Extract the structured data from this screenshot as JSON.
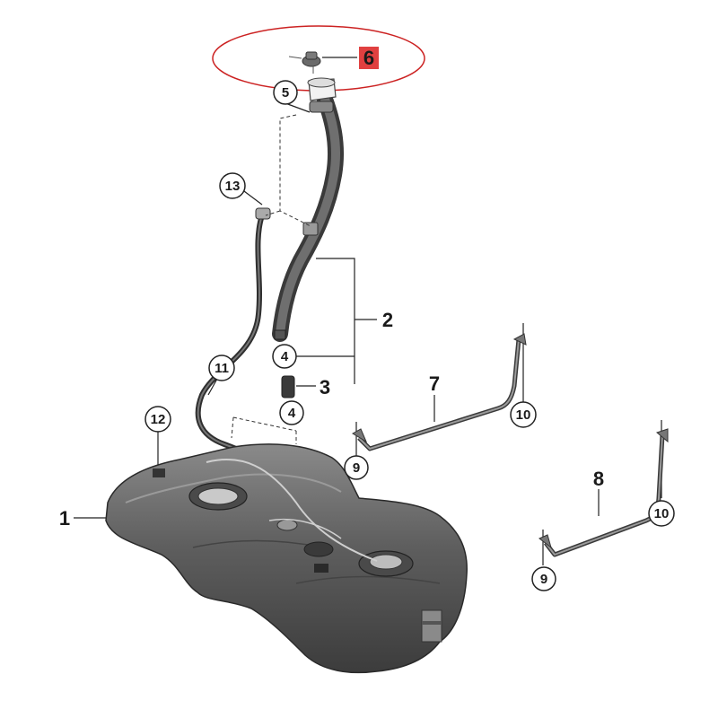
{
  "callouts": {
    "c1": "1",
    "c2": "2",
    "c3": "3",
    "c4a": "4",
    "c4b": "4",
    "c5": "5",
    "c6": "6",
    "c7": "7",
    "c8": "8",
    "c9a": "9",
    "c9b": "9",
    "c10a": "10",
    "c10b": "10",
    "c11": "11",
    "c12": "12",
    "c13": "13"
  },
  "colors": {
    "highlight_ring": "#cc2222",
    "highlight_box": "#e04040",
    "tank_body": "#5e5e5e",
    "tank_dark": "#3a3a3a",
    "hose": "#4a4a4a",
    "strap": "#6e6e6e"
  }
}
